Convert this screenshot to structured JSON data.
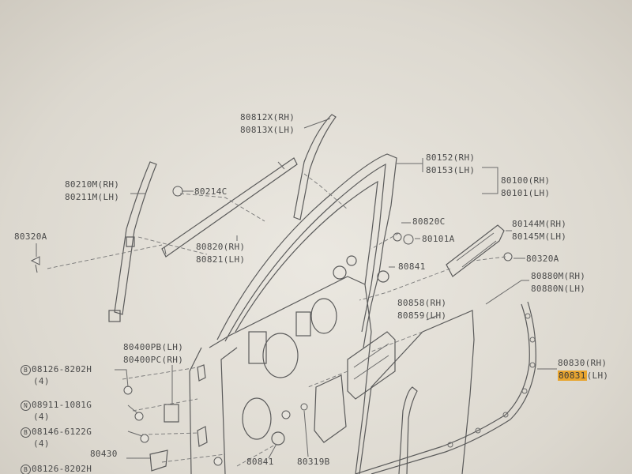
{
  "labels": {
    "p80812": "80812X(RH)",
    "p80813": "80813X(LH)",
    "p80152": "80152(RH)",
    "p80153": "80153(LH)",
    "p80100": "80100(RH)",
    "p80101": "80101(LH)",
    "p80210": "80210M(RH)",
    "p80211": "80211M(LH)",
    "p80214": "80214C",
    "p80820c": "80820C",
    "p80101a": "80101A",
    "p80144": "80144M(RH)",
    "p80145": "80145M(LH)",
    "p80320a_left": "80320A",
    "p80320a_right": "80320A",
    "p80820": "80820(RH)",
    "p80821": "80821(LH)",
    "p80841_top": "80841",
    "p80880m": "80880M(RH)",
    "p80880n": "80880N(LH)",
    "p80858": "80858(RH)",
    "p80859": "80859(LH)",
    "p80830": "80830(RH)",
    "p80831_a": "80831",
    "p80831_b": "(LH)",
    "p80400pb": "80400PB(LH)",
    "p80400pc": "80400PC(RH)",
    "b1_circle": "B",
    "b1_part": "08126-8202H",
    "b1_qty": "(4)",
    "n1_circle": "N",
    "n1_part": "08911-1081G",
    "n1_qty": "(4)",
    "b2_circle": "B",
    "b2_part": "08146-6122G",
    "b2_qty": "(4)",
    "p80430": "80430",
    "b3_circle": "B",
    "b3_part": "08126-8202H",
    "p80841_bottom": "80841",
    "p80319b": "80319B"
  }
}
